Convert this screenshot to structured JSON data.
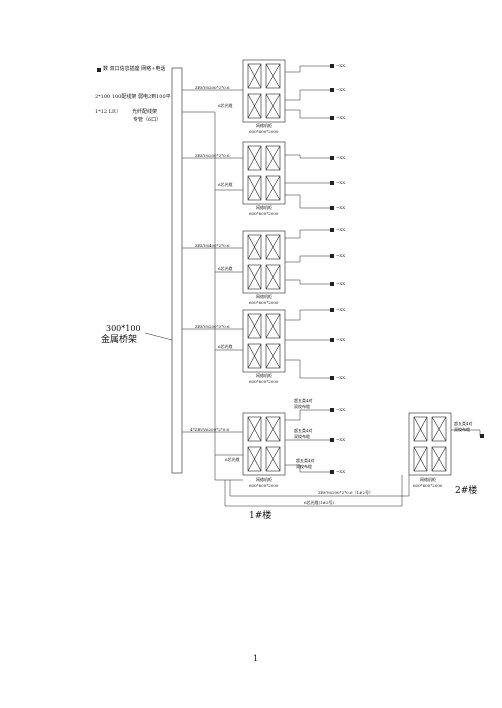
{
  "legend": {
    "line1": "数 双口信息插座 网络+电话",
    "line2": "2*100  100配线架 弱电2到100平",
    "line3": "1*12 LIU",
    "line3b": "光纤配线架",
    "line4": "专管（6口）"
  },
  "tray_label": "300*100",
  "tray_label2": "金属桥架",
  "cabinet_label": "网络机柜",
  "cabinet_size": "600*600*2000",
  "cable_label": "ZRVV6200*2*0.6",
  "cable_label_b": "ZRVV6400*2*0.6",
  "cable_label_c": "4*ZRVV6200*2*0.6",
  "fiber_label": "6芯光缆",
  "outlet_label": "~XX",
  "outlet_label_b": "~XX",
  "wifi_label1": "超五类4对",
  "wifi_label2": "双绞布缆",
  "cable_between": "ZRVV6200*2*0.6（1#2号）",
  "fiber_between": "6芯光缆(1#2号)",
  "bldg1": "1#楼",
  "bldg2": "2#楼",
  "page_number": "1"
}
